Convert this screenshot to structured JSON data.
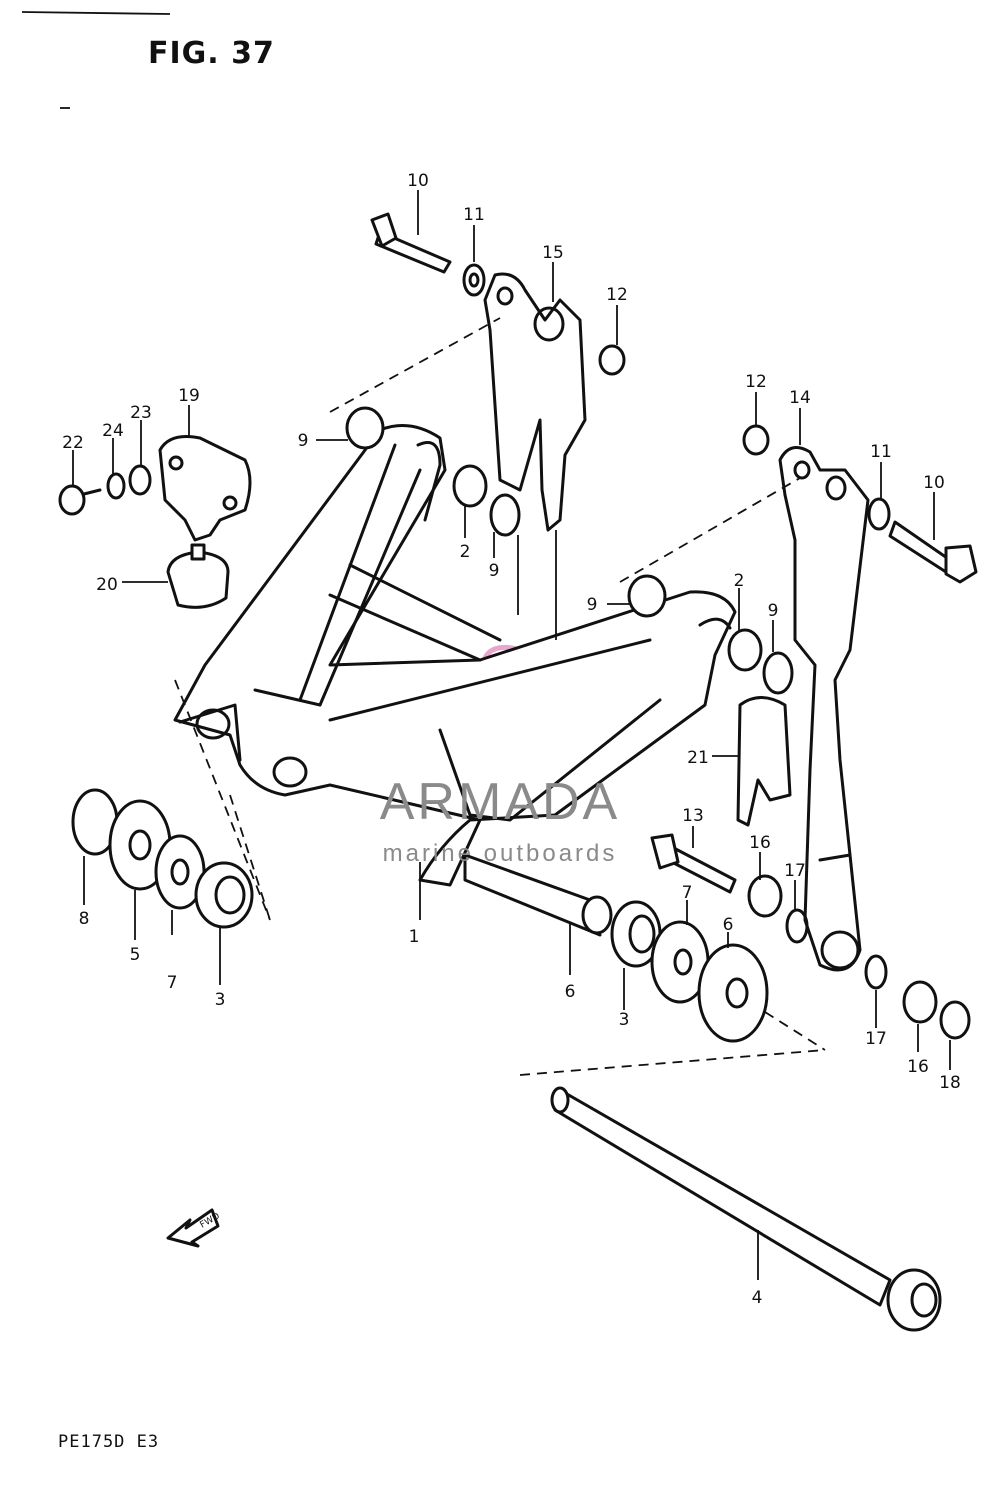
{
  "figure": {
    "title": "FIG. 37",
    "model_code": "PE175D  E3"
  },
  "watermark": {
    "title": "ARMADA",
    "subtitle": "marine outboards",
    "accent_color": "#e9a6cc",
    "text_color": "#8a8a8a"
  },
  "fwd_arrow": {
    "label": "FWD"
  },
  "callouts": [
    "1",
    "2",
    "2",
    "3",
    "3",
    "4",
    "5",
    "6",
    "6",
    "7",
    "7",
    "8",
    "9",
    "9",
    "9",
    "9",
    "10",
    "10",
    "11",
    "11",
    "12",
    "12",
    "13",
    "14",
    "15",
    "16",
    "16",
    "17",
    "17",
    "18",
    "19",
    "20",
    "21",
    "22",
    "23",
    "24"
  ]
}
